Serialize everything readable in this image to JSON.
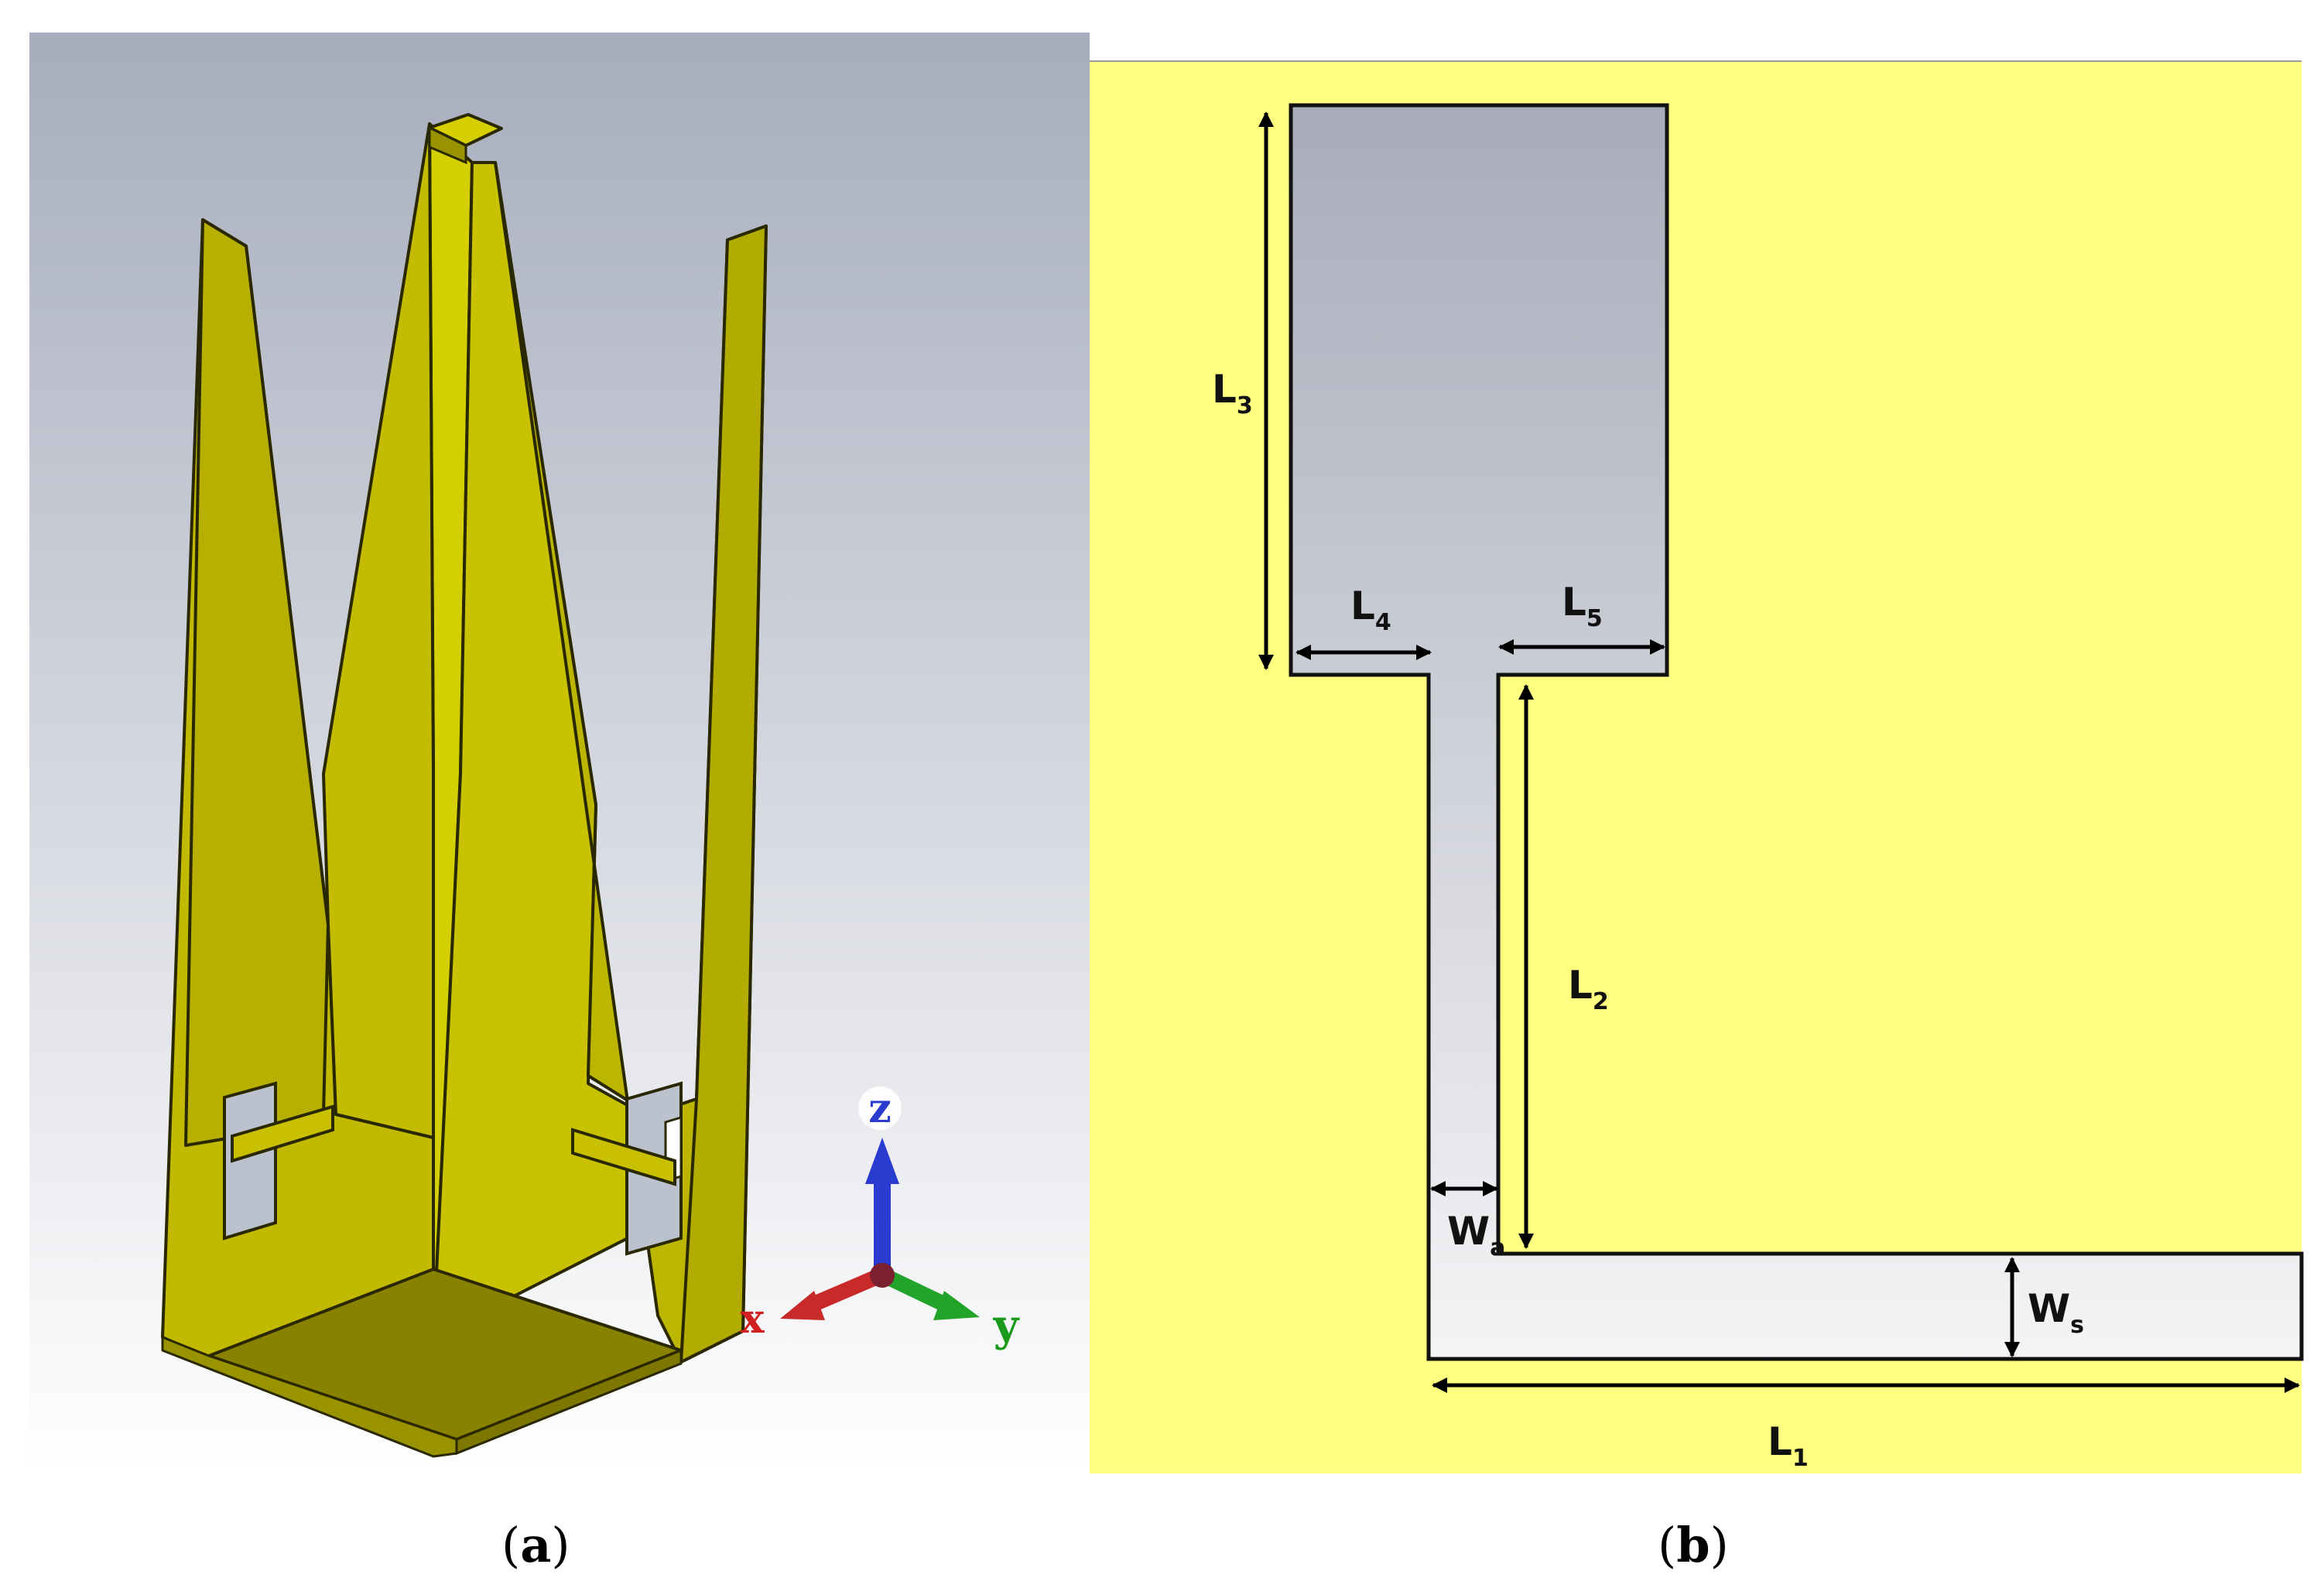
{
  "colors": {
    "metal": "#c8c000",
    "metal_dark": "#8f8800",
    "metal_light": "#d8d40a",
    "layout_yellow": "#ffff80",
    "slot_gray": "#bfc2cf",
    "axis_x": "#cc2020",
    "axis_y": "#1a9a1a",
    "axis_z": "#2030c0"
  },
  "panel_a": {
    "axes": {
      "x": "x",
      "y": "y",
      "z": "z"
    },
    "caption": {
      "open": "(",
      "letter": "a",
      "close": ")"
    }
  },
  "panel_b": {
    "dimensions": {
      "L1": {
        "main": "L",
        "sub": "1"
      },
      "L2": {
        "main": "L",
        "sub": "2"
      },
      "L3": {
        "main": "L",
        "sub": "3"
      },
      "L4": {
        "main": "L",
        "sub": "4"
      },
      "L5": {
        "main": "L",
        "sub": "5"
      },
      "Wa": {
        "main": "W",
        "sub": "a"
      },
      "Ws": {
        "main": "W",
        "sub": "s"
      }
    },
    "caption": {
      "open": "(",
      "letter": "b",
      "close": ")"
    }
  }
}
